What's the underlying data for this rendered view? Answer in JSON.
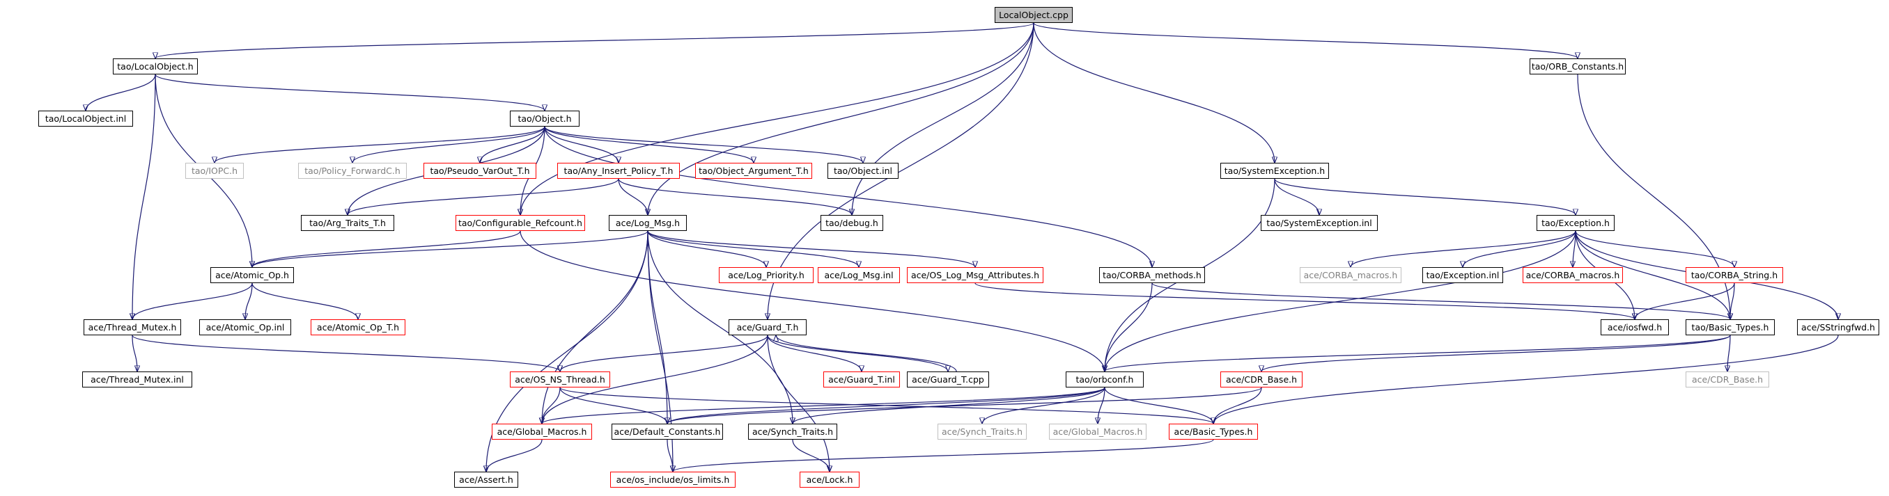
{
  "diagram": {
    "colors": {
      "edge": "#191970",
      "root_fill": "#c0c0c0",
      "red_border": "#ff0000",
      "grey_border": "#c0c0c0",
      "grey_text": "#808080",
      "black_border": "#000000"
    },
    "nodes": [
      {
        "id": "localobject_cpp",
        "label": "LocalObject.cpp",
        "style": "root"
      },
      {
        "id": "tao_localobject_h",
        "label": "tao/LocalObject.h",
        "style": "black"
      },
      {
        "id": "tao_orb_constants_h",
        "label": "tao/ORB_Constants.h",
        "style": "black"
      },
      {
        "id": "tao_localobject_inl",
        "label": "tao/LocalObject.inl",
        "style": "black"
      },
      {
        "id": "tao_object_h",
        "label": "tao/Object.h",
        "style": "black"
      },
      {
        "id": "tao_iopc_h",
        "label": "tao/IOPC.h",
        "style": "grey"
      },
      {
        "id": "tao_policy_forwardc_h",
        "label": "tao/Policy_ForwardC.h",
        "style": "grey"
      },
      {
        "id": "tao_pseudo_varout_t_h",
        "label": "tao/Pseudo_VarOut_T.h",
        "style": "red"
      },
      {
        "id": "tao_any_insert_policy_t_h",
        "label": "tao/Any_Insert_Policy_T.h",
        "style": "red"
      },
      {
        "id": "tao_object_argument_t_h",
        "label": "tao/Object_Argument_T.h",
        "style": "red"
      },
      {
        "id": "tao_object_inl",
        "label": "tao/Object.inl",
        "style": "black"
      },
      {
        "id": "tao_systemexception_h",
        "label": "tao/SystemException.h",
        "style": "black"
      },
      {
        "id": "tao_arg_traits_t_h",
        "label": "tao/Arg_Traits_T.h",
        "style": "black"
      },
      {
        "id": "tao_configurable_refcount_h",
        "label": "tao/Configurable_Refcount.h",
        "style": "red"
      },
      {
        "id": "ace_log_msg_h",
        "label": "ace/Log_Msg.h",
        "style": "black"
      },
      {
        "id": "tao_debug_h",
        "label": "tao/debug.h",
        "style": "black"
      },
      {
        "id": "tao_systemexception_inl",
        "label": "tao/SystemException.inl",
        "style": "black"
      },
      {
        "id": "tao_exception_h",
        "label": "tao/Exception.h",
        "style": "black"
      },
      {
        "id": "ace_atomic_op_h",
        "label": "ace/Atomic_Op.h",
        "style": "black"
      },
      {
        "id": "ace_log_priority_h",
        "label": "ace/Log_Priority.h",
        "style": "red"
      },
      {
        "id": "ace_log_msg_inl",
        "label": "ace/Log_Msg.inl",
        "style": "red"
      },
      {
        "id": "ace_os_log_msg_attributes_h",
        "label": "ace/OS_Log_Msg_Attributes.h",
        "style": "red"
      },
      {
        "id": "tao_corba_methods_h",
        "label": "tao/CORBA_methods.h",
        "style": "black"
      },
      {
        "id": "ace_corba_macros_h_grey",
        "label": "ace/CORBA_macros.h",
        "style": "grey"
      },
      {
        "id": "tao_exception_inl",
        "label": "tao/Exception.inl",
        "style": "black"
      },
      {
        "id": "ace_corba_macros_h_red",
        "label": "ace/CORBA_macros.h",
        "style": "red"
      },
      {
        "id": "tao_corba_string_h",
        "label": "tao/CORBA_String.h",
        "style": "red"
      },
      {
        "id": "ace_thread_mutex_h",
        "label": "ace/Thread_Mutex.h",
        "style": "black"
      },
      {
        "id": "ace_atomic_op_inl",
        "label": "ace/Atomic_Op.inl",
        "style": "black"
      },
      {
        "id": "ace_atomic_op_t_h",
        "label": "ace/Atomic_Op_T.h",
        "style": "red"
      },
      {
        "id": "ace_guard_t_h",
        "label": "ace/Guard_T.h",
        "style": "black"
      },
      {
        "id": "ace_iosfwd_h",
        "label": "ace/iosfwd.h",
        "style": "black"
      },
      {
        "id": "tao_basic_types_h",
        "label": "tao/Basic_Types.h",
        "style": "black"
      },
      {
        "id": "ace_sstringfwd_h",
        "label": "ace/SStringfwd.h",
        "style": "black"
      },
      {
        "id": "ace_thread_mutex_inl",
        "label": "ace/Thread_Mutex.inl",
        "style": "black"
      },
      {
        "id": "ace_os_ns_thread_h",
        "label": "ace/OS_NS_Thread.h",
        "style": "red"
      },
      {
        "id": "ace_guard_t_inl",
        "label": "ace/Guard_T.inl",
        "style": "red"
      },
      {
        "id": "ace_guard_t_cpp",
        "label": "ace/Guard_T.cpp",
        "style": "black"
      },
      {
        "id": "tao_orbconf_h",
        "label": "tao/orbconf.h",
        "style": "black"
      },
      {
        "id": "ace_cdr_base_h",
        "label": "ace/CDR_Base.h",
        "style": "red"
      },
      {
        "id": "ace_cdr_base_h_grey",
        "label": "ace/CDR_Base.h",
        "style": "grey"
      },
      {
        "id": "ace_global_macros_h_red",
        "label": "ace/Global_Macros.h",
        "style": "red"
      },
      {
        "id": "ace_default_constants_h",
        "label": "ace/Default_Constants.h",
        "style": "black"
      },
      {
        "id": "ace_synch_traits_h",
        "label": "ace/Synch_Traits.h",
        "style": "black"
      },
      {
        "id": "ace_synch_traits_h_grey",
        "label": "ace/Synch_Traits.h",
        "style": "grey"
      },
      {
        "id": "ace_global_macros_h_grey",
        "label": "ace/Global_Macros.h",
        "style": "grey"
      },
      {
        "id": "ace_basic_types_h",
        "label": "ace/Basic_Types.h",
        "style": "red"
      },
      {
        "id": "ace_assert_h",
        "label": "ace/Assert.h",
        "style": "black"
      },
      {
        "id": "ace_os_include_os_limits_h",
        "label": "ace/os_include/os_limits.h",
        "style": "red"
      },
      {
        "id": "ace_lock_h",
        "label": "ace/Lock.h",
        "style": "red"
      }
    ],
    "edges": [
      [
        "localobject_cpp",
        "tao_localobject_h"
      ],
      [
        "localobject_cpp",
        "tao_orb_constants_h"
      ],
      [
        "localobject_cpp",
        "tao_configurable_refcount_h"
      ],
      [
        "localobject_cpp",
        "ace_log_msg_h"
      ],
      [
        "localobject_cpp",
        "tao_debug_h"
      ],
      [
        "localobject_cpp",
        "tao_systemexception_h"
      ],
      [
        "localobject_cpp",
        "ace_guard_t_h"
      ],
      [
        "tao_localobject_h",
        "tao_localobject_inl"
      ],
      [
        "tao_localobject_h",
        "tao_object_h"
      ],
      [
        "tao_localobject_h",
        "ace_atomic_op_h"
      ],
      [
        "tao_localobject_h",
        "ace_thread_mutex_h"
      ],
      [
        "tao_orb_constants_h",
        "tao_basic_types_h"
      ],
      [
        "tao_object_h",
        "tao_iopc_h"
      ],
      [
        "tao_object_h",
        "tao_policy_forwardc_h"
      ],
      [
        "tao_object_h",
        "tao_pseudo_varout_t_h"
      ],
      [
        "tao_object_h",
        "tao_any_insert_policy_t_h"
      ],
      [
        "tao_object_h",
        "tao_object_argument_t_h"
      ],
      [
        "tao_object_h",
        "tao_object_inl"
      ],
      [
        "tao_object_h",
        "tao_arg_traits_t_h"
      ],
      [
        "tao_object_h",
        "tao_configurable_refcount_h"
      ],
      [
        "tao_object_h",
        "tao_corba_methods_h"
      ],
      [
        "tao_any_insert_policy_t_h",
        "tao_arg_traits_t_h"
      ],
      [
        "tao_any_insert_policy_t_h",
        "ace_log_msg_h"
      ],
      [
        "tao_any_insert_policy_t_h",
        "tao_debug_h"
      ],
      [
        "tao_systemexception_h",
        "tao_systemexception_inl"
      ],
      [
        "tao_systemexception_h",
        "tao_exception_h"
      ],
      [
        "tao_systemexception_h",
        "tao_orbconf_h"
      ],
      [
        "tao_configurable_refcount_h",
        "ace_atomic_op_h"
      ],
      [
        "tao_configurable_refcount_h",
        "tao_orbconf_h"
      ],
      [
        "ace_log_msg_h",
        "ace_atomic_op_h"
      ],
      [
        "ace_log_msg_h",
        "ace_log_priority_h"
      ],
      [
        "ace_log_msg_h",
        "ace_log_msg_inl"
      ],
      [
        "ace_log_msg_h",
        "ace_os_log_msg_attributes_h"
      ],
      [
        "ace_log_msg_h",
        "ace_global_macros_h_red"
      ],
      [
        "ace_log_msg_h",
        "ace_default_constants_h"
      ],
      [
        "ace_log_msg_h",
        "ace_synch_traits_h"
      ],
      [
        "ace_log_msg_h",
        "ace_assert_h"
      ],
      [
        "ace_log_msg_h",
        "ace_os_include_os_limits_h"
      ],
      [
        "tao_exception_h",
        "ace_corba_macros_h_grey"
      ],
      [
        "tao_exception_h",
        "tao_exception_inl"
      ],
      [
        "tao_exception_h",
        "ace_corba_macros_h_red"
      ],
      [
        "tao_exception_h",
        "tao_corba_string_h"
      ],
      [
        "tao_exception_h",
        "ace_iosfwd_h"
      ],
      [
        "tao_exception_h",
        "tao_basic_types_h"
      ],
      [
        "tao_exception_h",
        "ace_sstringfwd_h"
      ],
      [
        "tao_exception_h",
        "tao_orbconf_h"
      ],
      [
        "ace_atomic_op_h",
        "ace_thread_mutex_h"
      ],
      [
        "ace_atomic_op_h",
        "ace_atomic_op_inl"
      ],
      [
        "ace_atomic_op_h",
        "ace_atomic_op_t_h"
      ],
      [
        "ace_os_log_msg_attributes_h",
        "ace_iosfwd_h"
      ],
      [
        "tao_corba_methods_h",
        "tao_orbconf_h"
      ],
      [
        "tao_corba_methods_h",
        "tao_basic_types_h"
      ],
      [
        "tao_corba_string_h",
        "ace_iosfwd_h"
      ],
      [
        "tao_corba_string_h",
        "tao_basic_types_h"
      ],
      [
        "ace_thread_mutex_h",
        "ace_thread_mutex_inl"
      ],
      [
        "ace_thread_mutex_h",
        "ace_os_ns_thread_h"
      ],
      [
        "ace_guard_t_h",
        "ace_os_ns_thread_h"
      ],
      [
        "ace_guard_t_h",
        "ace_guard_t_inl"
      ],
      [
        "ace_guard_t_h",
        "ace_guard_t_cpp"
      ],
      [
        "ace_guard_t_h",
        "ace_global_macros_h_red"
      ],
      [
        "ace_guard_t_h",
        "ace_lock_h"
      ],
      [
        "ace_guard_t_cpp",
        "ace_guard_t_h"
      ],
      [
        "tao_basic_types_h",
        "tao_orbconf_h"
      ],
      [
        "tao_basic_types_h",
        "ace_cdr_base_h"
      ],
      [
        "tao_basic_types_h",
        "ace_cdr_base_h_grey"
      ],
      [
        "ace_sstringfwd_h",
        "ace_basic_types_h"
      ],
      [
        "ace_os_ns_thread_h",
        "ace_global_macros_h_red"
      ],
      [
        "ace_os_ns_thread_h",
        "ace_default_constants_h"
      ],
      [
        "ace_os_ns_thread_h",
        "ace_basic_types_h"
      ],
      [
        "tao_orbconf_h",
        "ace_global_macros_h_red"
      ],
      [
        "tao_orbconf_h",
        "ace_default_constants_h"
      ],
      [
        "tao_orbconf_h",
        "ace_synch_traits_h"
      ],
      [
        "tao_orbconf_h",
        "ace_synch_traits_h_grey"
      ],
      [
        "tao_orbconf_h",
        "ace_global_macros_h_grey"
      ],
      [
        "tao_orbconf_h",
        "ace_basic_types_h"
      ],
      [
        "ace_cdr_base_h",
        "ace_basic_types_h"
      ],
      [
        "ace_cdr_base_h",
        "ace_default_constants_h"
      ],
      [
        "ace_global_macros_h_red",
        "ace_assert_h"
      ],
      [
        "ace_default_constants_h",
        "ace_os_include_os_limits_h"
      ],
      [
        "ace_synch_traits_h",
        "ace_lock_h"
      ],
      [
        "ace_basic_types_h",
        "ace_os_include_os_limits_h"
      ]
    ]
  }
}
